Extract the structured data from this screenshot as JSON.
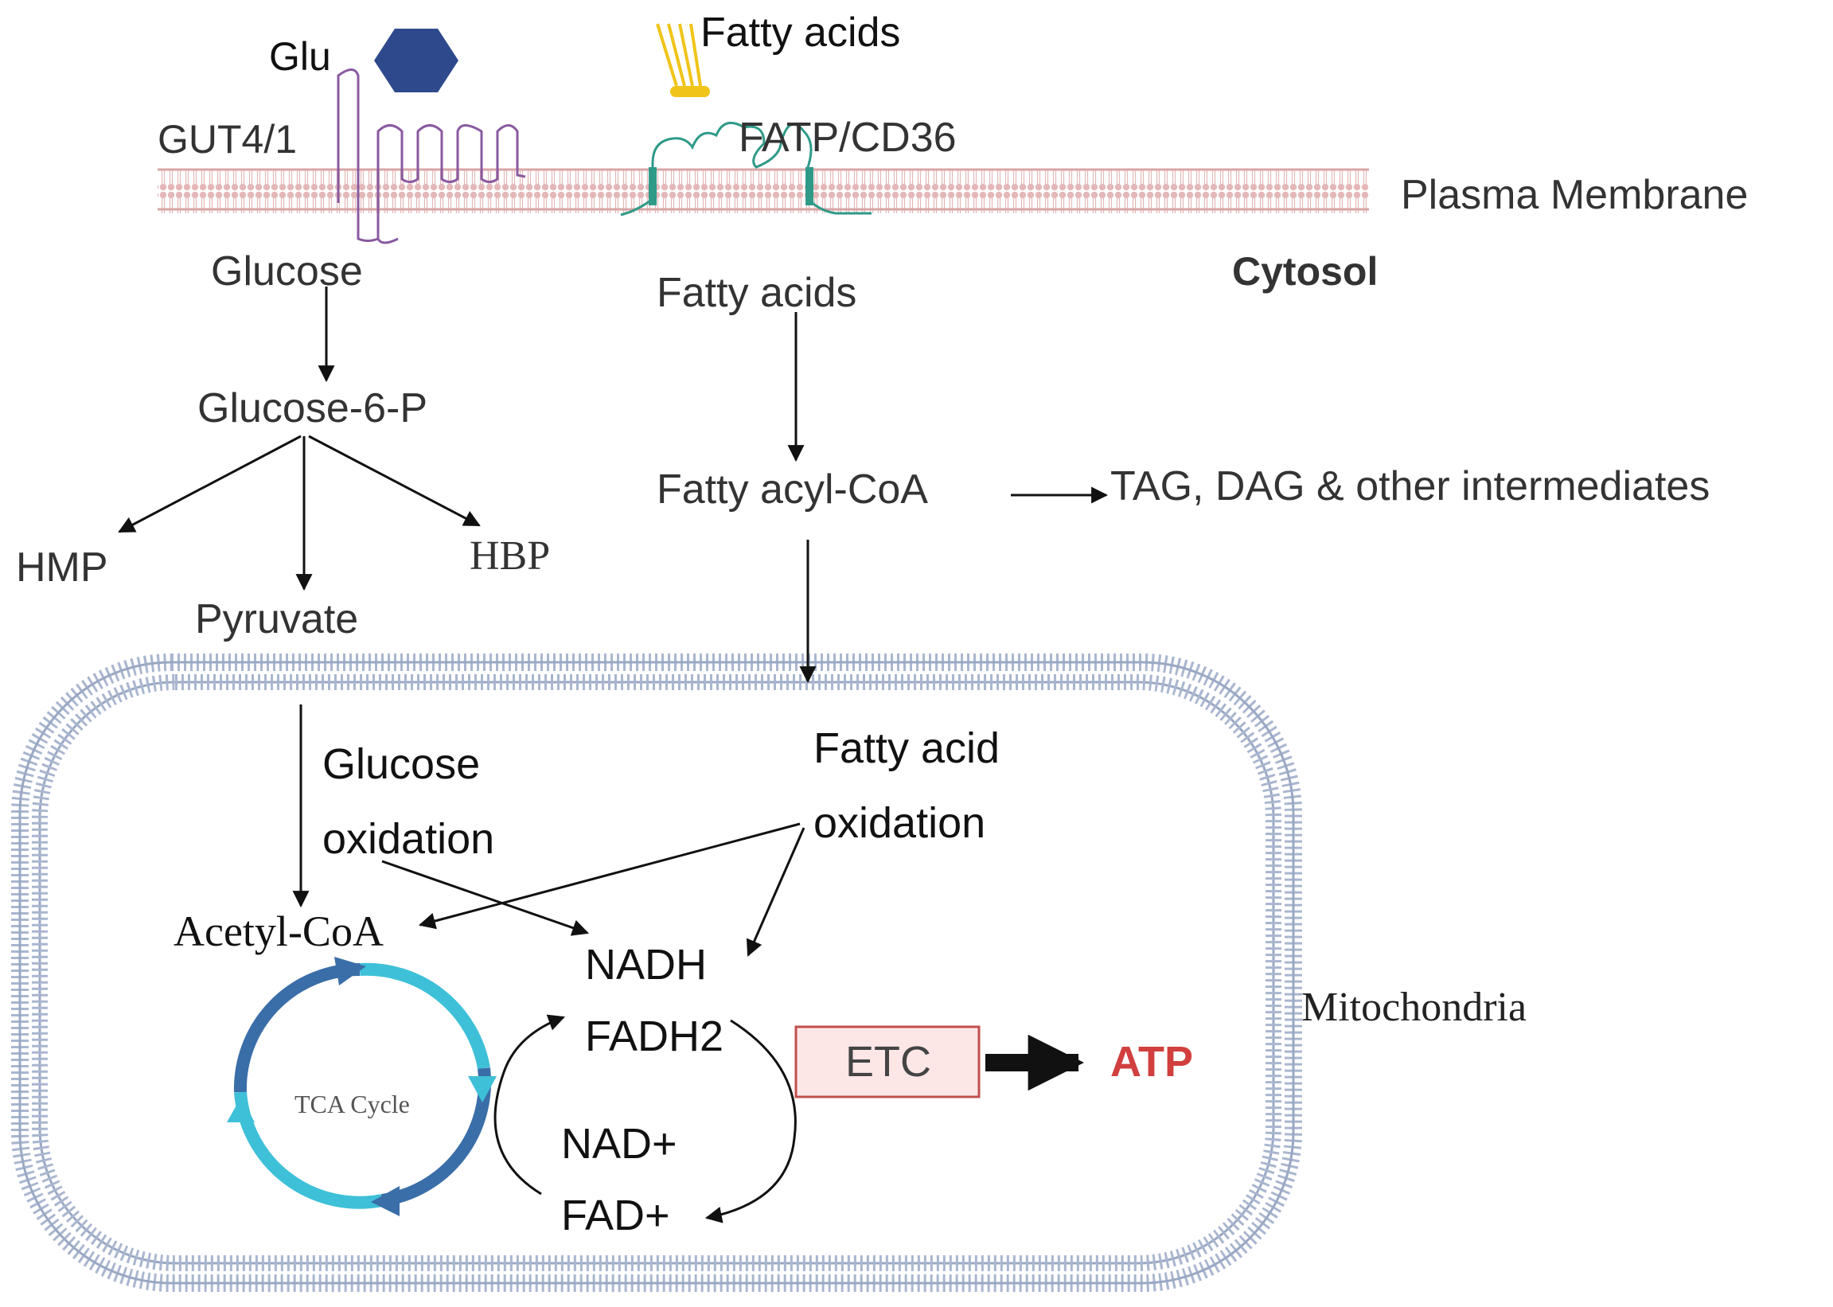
{
  "labels": {
    "glu": "Glu",
    "fatty_acids_outside": "Fatty acids",
    "gut": "GUT4/1",
    "fatp": "FATP/CD36",
    "plasma_membrane": "Plasma Membrane",
    "cytosol": "Cytosol",
    "glucose": "Glucose",
    "fatty_acids_cytosol": "Fatty acids",
    "glucose_6_p": "Glucose-6-P",
    "fatty_acyl_coa": "Fatty acyl-CoA",
    "tag_dag": "TAG, DAG & other intermediates",
    "hmp": "HMP",
    "hbp": "HBP",
    "pyruvate": "Pyruvate",
    "glucose_oxidation_1": "Glucose",
    "glucose_oxidation_2": "oxidation",
    "fatty_acid_oxidation_1": "Fatty acid",
    "fatty_acid_oxidation_2": "oxidation",
    "acetyl_coa": "Acetyl-CoA",
    "nadh": "NADH",
    "fadh2": "FADH2",
    "nad_plus": "NAD+",
    "fad_plus": "FAD+",
    "tca_cycle": "TCA Cycle",
    "etc": "ETC",
    "atp": "ATP",
    "mitochondria": "Mitochondria"
  },
  "colors": {
    "text": "#333333",
    "arrow": "#111111",
    "membrane": "#d9a6a6",
    "glut": "#8a5aa0",
    "glu_hexagon": "#2e4a8c",
    "fatty_acid_tails": "#f0c419",
    "fatp": "#2f9a88",
    "mito_membrane": "#9aa8c4",
    "tca_dark": "#3a6ea8",
    "tca_light": "#3ec0d8",
    "etc_fill": "#fde6e6",
    "etc_border": "#c0504d",
    "atp": "#d13f3f"
  }
}
